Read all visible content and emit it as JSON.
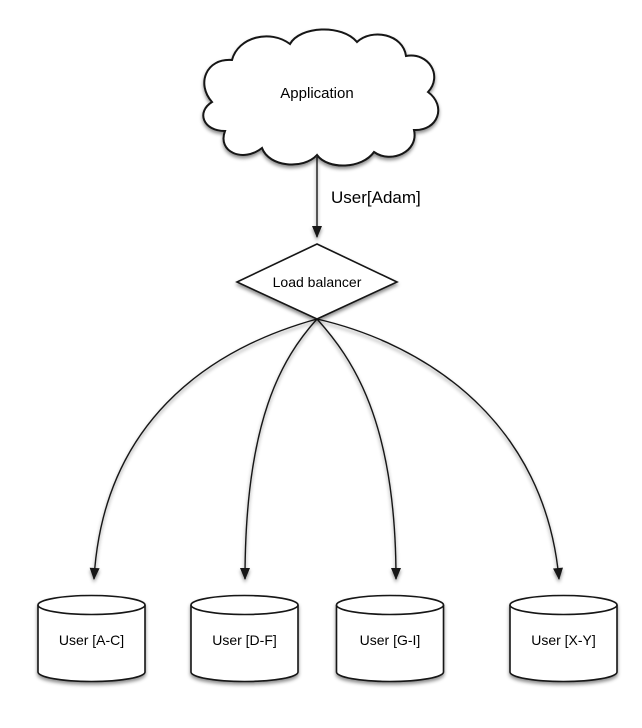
{
  "diagram": {
    "nodes": {
      "application": {
        "label": "Application",
        "shape": "cloud"
      },
      "load_balancer": {
        "label": "Load balancer",
        "shape": "diamond"
      },
      "shards": [
        {
          "label": "User [A-C]",
          "shape": "cylinder"
        },
        {
          "label": "User [D-F]",
          "shape": "cylinder"
        },
        {
          "label": "User [G-I]",
          "shape": "cylinder"
        },
        {
          "label": "User [X-Y]",
          "shape": "cylinder"
        }
      ]
    },
    "edges": {
      "app_to_lb": {
        "label": "User[Adam]"
      }
    },
    "colors": {
      "stroke": "#121212",
      "node_fill": "#ffffff",
      "background": "#ffffff",
      "text": "#000000"
    }
  }
}
